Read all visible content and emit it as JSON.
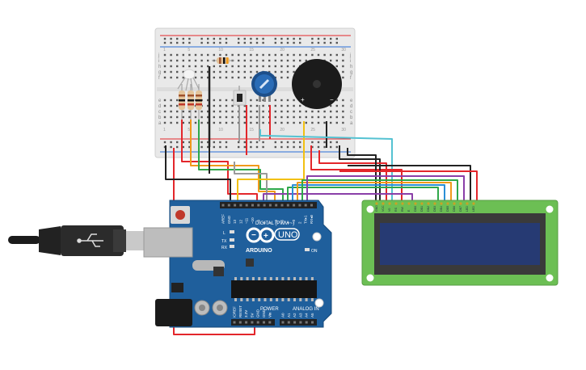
{
  "board": {
    "brand": "ARDUINO",
    "model": "UNO",
    "digital_label": "DIGITAL (PWM ~)",
    "power_label": "POWER",
    "analog_label": "ANALOG IN",
    "on_label": "ON",
    "l_label": "L",
    "tx_label": "TX",
    "rx_label": "RX",
    "digital_pins": [
      "AREF",
      "GND",
      "13",
      "12",
      "~11",
      "~10",
      "~9",
      "8",
      "7",
      "~6",
      "~5",
      "4",
      "~3",
      "2",
      "TX▸1",
      "RX◂0"
    ],
    "power_pins": [
      "IOREF",
      "RESET",
      "3.3V",
      "5V",
      "GND",
      "GND",
      "Vin"
    ],
    "analog_pins": [
      "A0",
      "A1",
      "A2",
      "A3",
      "A4",
      "A5"
    ]
  },
  "breadboard": {
    "row_letters_top": [
      "j",
      "i",
      "h",
      "g",
      "f"
    ],
    "row_letters_bottom": [
      "e",
      "d",
      "c",
      "b",
      "a"
    ],
    "col_numbers": [
      "1",
      "5",
      "10",
      "15",
      "20",
      "25",
      "30"
    ]
  },
  "buzzer": {
    "plus": "+",
    "minus": "−"
  },
  "lcd": {
    "pins": [
      "GND",
      "VCC",
      "V0",
      "RS",
      "RW",
      "E",
      "DB0",
      "DB1",
      "DB2",
      "DB3",
      "DB4",
      "DB5",
      "DB6",
      "DB7",
      "LED",
      "LED"
    ]
  },
  "colors": {
    "wire_red": "#e3262b",
    "wire_black": "#222222",
    "wire_green": "#2fa84a",
    "wire_orange": "#f09a1b",
    "wire_yellow": "#f2c012",
    "wire_blue": "#2a8fd6",
    "wire_cyan": "#55c2d2",
    "wire_purple": "#8a3fa8",
    "wire_gray": "#9a9a9a",
    "board_blue": "#1f5f9c",
    "lcd_green": "#6cbf54",
    "lcd_screen": "#263a73"
  }
}
